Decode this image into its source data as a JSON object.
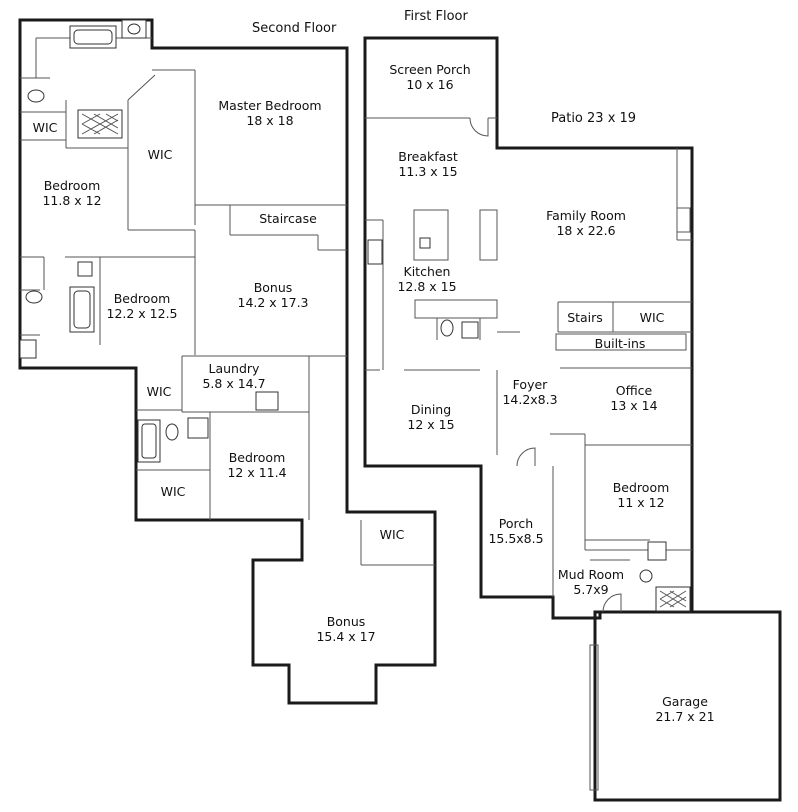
{
  "floor_titles": {
    "second": "Second Floor",
    "first": "First Floor",
    "patio": "Patio 23 x 19"
  },
  "rooms": {
    "wic_top_left": {
      "name": "WIC",
      "dims": ""
    },
    "master_bedroom": {
      "name": "Master Bedroom",
      "dims": "18 x 18"
    },
    "wic_master": {
      "name": "WIC",
      "dims": ""
    },
    "bedroom_nw": {
      "name": "Bedroom",
      "dims": "11.8 x 12"
    },
    "staircase": {
      "name": "Staircase",
      "dims": ""
    },
    "bedroom_w": {
      "name": "Bedroom",
      "dims": "12.2 x 12.5"
    },
    "bonus_main": {
      "name": "Bonus",
      "dims": "14.2 x 17.3"
    },
    "laundry": {
      "name": "Laundry",
      "dims": "5.8 x 14.7"
    },
    "wic_laundry": {
      "name": "WIC",
      "dims": ""
    },
    "bedroom_s": {
      "name": "Bedroom",
      "dims": "12 x 11.4"
    },
    "wic_bottom": {
      "name": "WIC",
      "dims": ""
    },
    "wic_bonus": {
      "name": "WIC",
      "dims": ""
    },
    "bonus_lower": {
      "name": "Bonus",
      "dims": "15.4 x 17"
    },
    "screen_porch": {
      "name": "Screen Porch",
      "dims": "10 x 16"
    },
    "breakfast": {
      "name": "Breakfast",
      "dims": "11.3 x 15"
    },
    "family_room": {
      "name": "Family Room",
      "dims": "18 x 22.6"
    },
    "kitchen": {
      "name": "Kitchen",
      "dims": "12.8 x 15"
    },
    "stairs": {
      "name": "Stairs",
      "dims": ""
    },
    "wic_first": {
      "name": "WIC",
      "dims": ""
    },
    "builtins": {
      "name": "Built-ins",
      "dims": ""
    },
    "foyer": {
      "name": "Foyer",
      "dims": "14.2x8.3"
    },
    "office": {
      "name": "Office",
      "dims": "13 x 14"
    },
    "dining": {
      "name": "Dining",
      "dims": "12 x 15"
    },
    "bedroom_first": {
      "name": "Bedroom",
      "dims": "11 x 12"
    },
    "porch": {
      "name": "Porch",
      "dims": "15.5x8.5"
    },
    "mud_room": {
      "name": "Mud Room",
      "dims": "5.7x9"
    },
    "garage": {
      "name": "Garage",
      "dims": "21.7 x 21"
    }
  }
}
